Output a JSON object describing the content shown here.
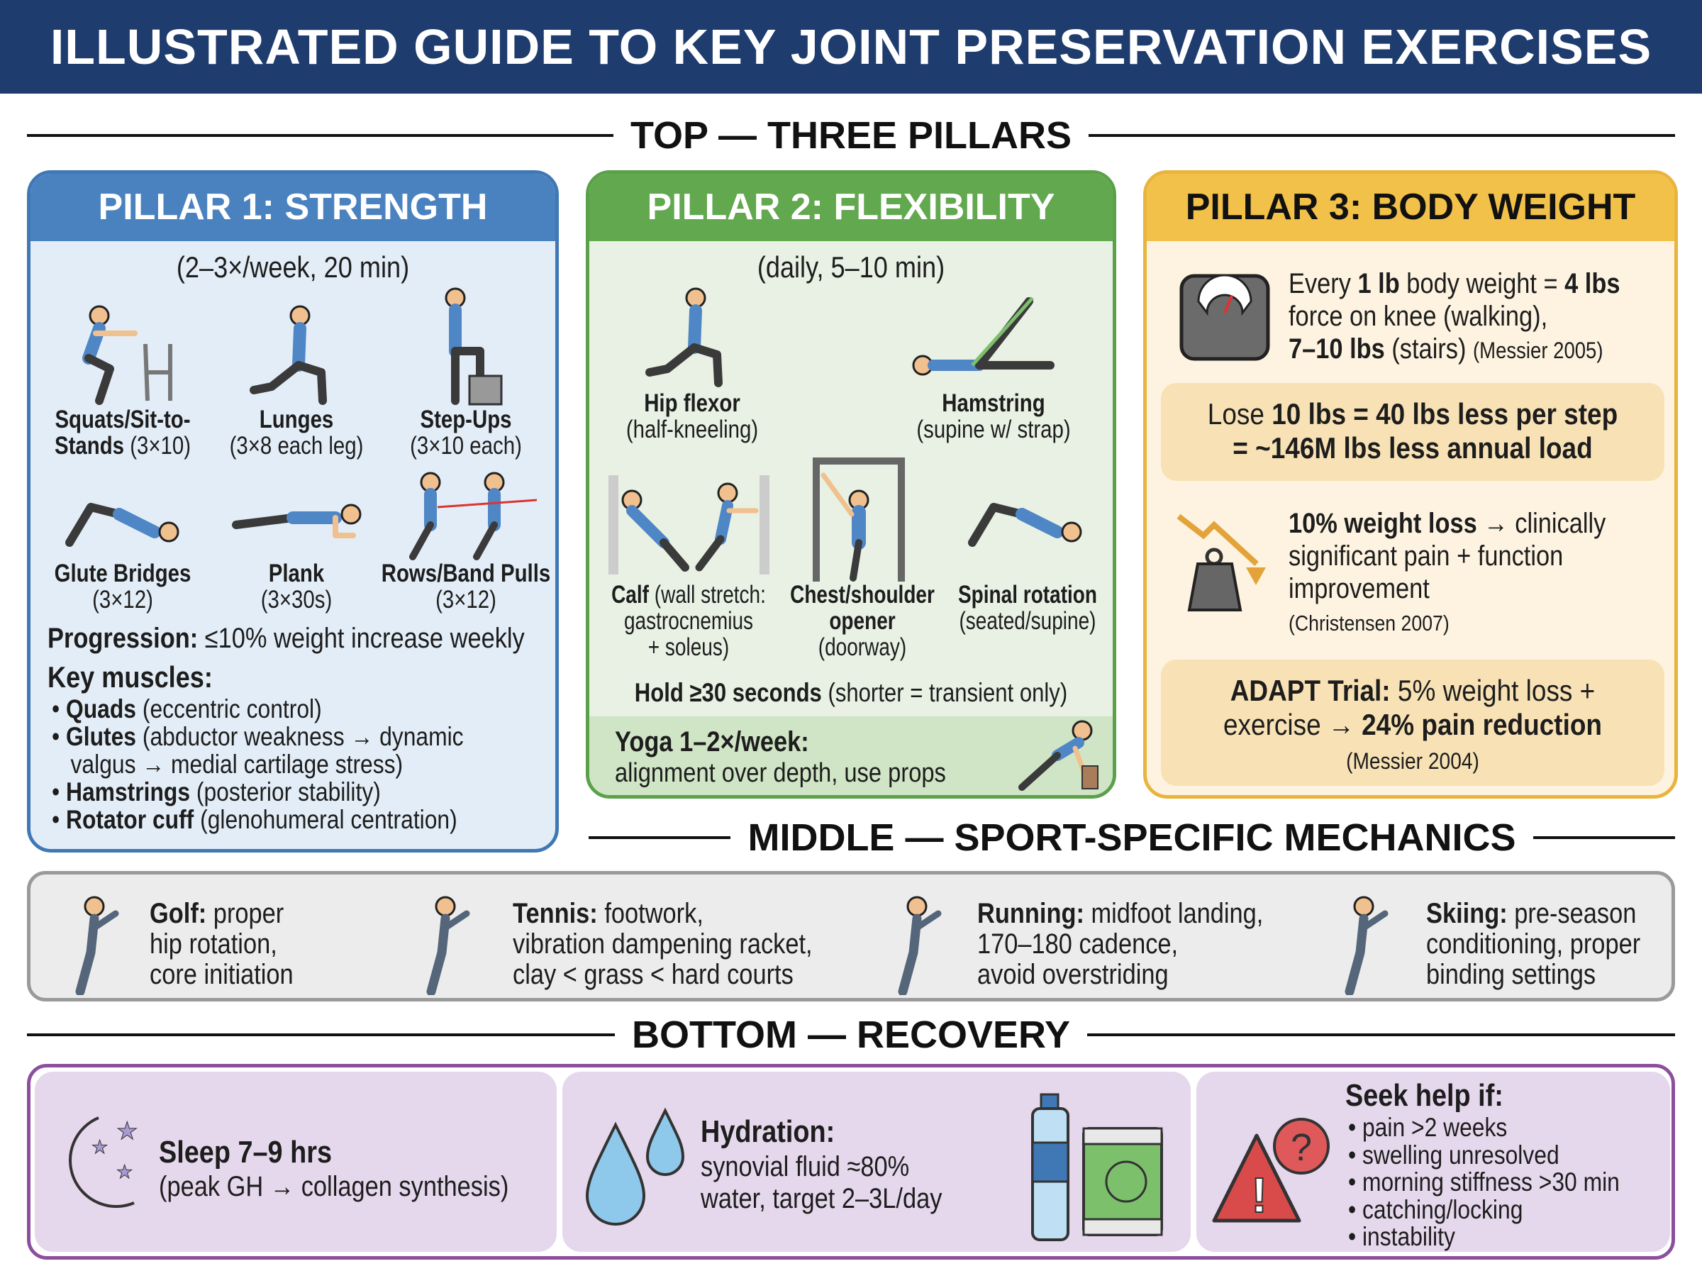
{
  "title": "ILLUSTRATED GUIDE TO KEY JOINT PRESERVATION EXERCISES",
  "sections": {
    "top": "TOP — THREE PILLARS",
    "middle": "MIDDLE — SPORT-SPECIFIC MECHANICS",
    "bottom": "BOTTOM — RECOVERY"
  },
  "colors": {
    "header": "#1f3c6e",
    "strength": "#3f78b5",
    "flexibility": "#5aa14a",
    "bodyweight": "#f1bf3f",
    "sport": "#9a9a9a",
    "recovery": "#8c4f9e",
    "figure_shirt": "#4f86c6",
    "figure_skin": "#f1c08f"
  },
  "pillar1": {
    "title": "PILLAR 1: STRENGTH",
    "freq": "(2–3×/week, 20 min)",
    "exercises": [
      {
        "name": "Squats/Sit-to-",
        "name2": "Stands",
        "reps": "(3×10)",
        "icon": "squat-figure-icon"
      },
      {
        "name": "Lunges",
        "reps": "(3×8 each leg)",
        "icon": "lunge-figure-icon"
      },
      {
        "name": "Step-Ups",
        "reps": "(3×10 each)",
        "icon": "step-up-figure-icon"
      },
      {
        "name": "Glute Bridges",
        "reps": "(3×12)",
        "icon": "bridge-figure-icon"
      },
      {
        "name": "Plank",
        "reps": "(3×30s)",
        "icon": "plank-figure-icon"
      },
      {
        "name": "Rows/Band Pulls",
        "reps": "(3×12)",
        "icon": "band-pull-figure-icon"
      }
    ],
    "progression_label": "Progression:",
    "progression": "≤10% weight increase weekly",
    "muscles_label": "Key muscles:",
    "muscles": [
      {
        "name": "Quads",
        "desc": "(eccentric control)"
      },
      {
        "name": "Glutes",
        "desc": "(abductor weakness → dynamic",
        "desc2": "valgus → medial cartilage stress)"
      },
      {
        "name": "Hamstrings",
        "desc": "(posterior stability)"
      },
      {
        "name": "Rotator cuff",
        "desc": "(glenohumeral centration)"
      }
    ]
  },
  "pillar2": {
    "title": "PILLAR 2: FLEXIBILITY",
    "freq": "(daily, 5–10 min)",
    "stretches": [
      {
        "name": "Hip flexor",
        "desc": "(half-kneeling)"
      },
      {
        "name": "Hamstring",
        "desc": "(supine w/ strap)"
      },
      {
        "name": "Calf",
        "desc": "(wall stretch:",
        "desc2": "gastrocnemius",
        "desc3": "+ soleus)"
      },
      {
        "name": "Chest/shoulder",
        "name2": "opener",
        "desc": "(doorway)"
      },
      {
        "name": "Spinal rotation",
        "desc": "(seated/supine)"
      }
    ],
    "hold_label": "Hold ≥30 seconds",
    "hold": "(shorter = transient only)",
    "yoga_label": "Yoga 1–2×/week:",
    "yoga": "alignment over depth, use props"
  },
  "pillar3": {
    "title": "PILLAR 3: BODY WEIGHT",
    "fact1": {
      "a": "Every ",
      "b": "1 lb",
      "c": " body weight = ",
      "d": "4 lbs",
      "line2": "force on knee (walking),",
      "e": "7–10 lbs",
      "f": " (stairs) ",
      "cite": "(Messier 2005)"
    },
    "fact2": {
      "a": "Lose ",
      "b": "10 lbs = 40 lbs less per step",
      "line2": "= ~146M lbs less annual load"
    },
    "fact3": {
      "a": "10% weight loss",
      "b": " → clinically",
      "line2": "significant pain + function",
      "line3": "improvement",
      "cite": "(Christensen 2007)"
    },
    "fact4": {
      "a": "ADAPT Trial:",
      "b": " 5% weight loss +",
      "c": "exercise → ",
      "d": "24% pain reduction",
      "cite": "(Messier 2004)"
    }
  },
  "sports": [
    {
      "name": "Golf:",
      "l1": " proper",
      "l2": "hip rotation,",
      "l3": "core initiation",
      "icon": "golfer-icon"
    },
    {
      "name": "Tennis:",
      "l1": " footwork,",
      "l2": "vibration dampening racket,",
      "l3": "clay < grass < hard courts",
      "icon": "tennis-player-icon"
    },
    {
      "name": "Running:",
      "l1": " midfoot landing,",
      "l2": "170–180 cadence,",
      "l3": "avoid overstriding",
      "icon": "runner-icon"
    },
    {
      "name": "Skiing:",
      "l1": " pre-season",
      "l2": "conditioning, proper",
      "l3": "binding settings",
      "icon": "skier-icon"
    }
  ],
  "recovery": {
    "sleep": {
      "title": "Sleep 7–9 hrs",
      "desc": "(peak GH → collagen synthesis)"
    },
    "hydration": {
      "title": "Hydration:",
      "l1": "synovial fluid ≈80%",
      "l2": "water, target 2–3L/day"
    },
    "help": {
      "title": "Seek help if:",
      "items": [
        "pain >2 weeks",
        "swelling unresolved",
        "morning stiffness >30 min",
        "catching/locking",
        "instability"
      ]
    }
  }
}
